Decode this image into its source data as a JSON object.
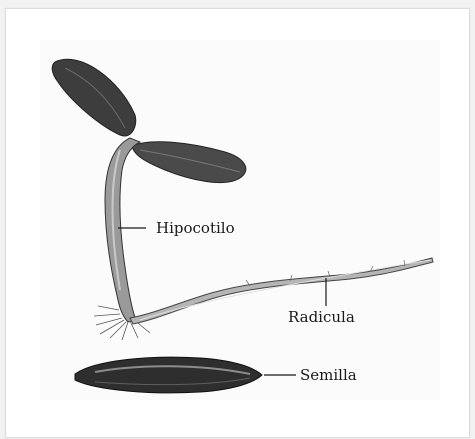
{
  "diagram": {
    "labels": {
      "hypocotyl": "Hipocotilo",
      "radicle": "Radicula",
      "seed": "Semilla"
    },
    "colors": {
      "ink": "#1a1a1a",
      "leaf_dark": "#3a3a3a",
      "stem": "#8a8a8a",
      "background": "#ffffff"
    }
  }
}
